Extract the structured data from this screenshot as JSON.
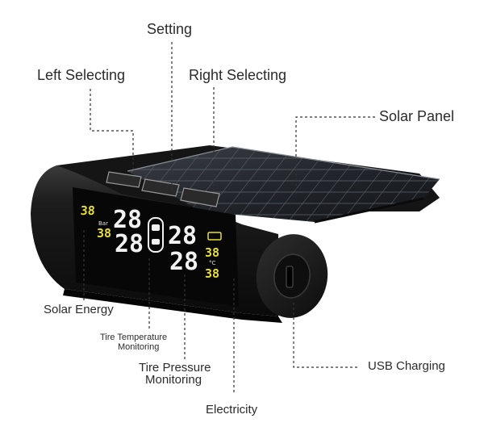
{
  "callouts": {
    "setting": "Setting",
    "left_selecting": "Left Selecting",
    "right_selecting": "Right Selecting",
    "solar_panel": "Solar Panel",
    "solar_energy": "Solar Energy",
    "tire_temperature_line1": "Tire Temperature",
    "tire_temperature_line2": "Monitoring",
    "tire_pressure_line1": "Tire Pressure",
    "tire_pressure_line2": "Monitoring",
    "usb_charging": "USB Charging",
    "electricity": "Electricity"
  },
  "display": {
    "left_small_top": "38",
    "left_small_bottom": "38",
    "unit_bar": "Bar",
    "big_top_left": "28",
    "big_bottom_left": "28",
    "big_top_right": "28",
    "big_bottom_right": "28",
    "right_small_top": "38",
    "right_small_bottom": "38",
    "unit_celsius": "°C"
  },
  "colors": {
    "lcd_yellow": "#e9df2e",
    "lcd_white": "#f2f2f2",
    "body_black": "#141414"
  }
}
